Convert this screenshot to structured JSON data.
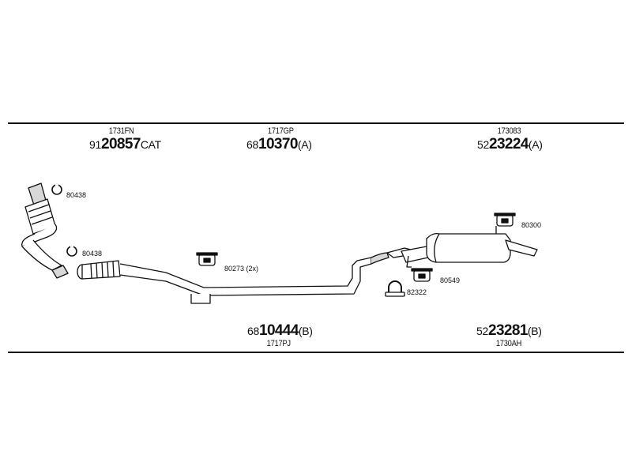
{
  "top_row": [
    {
      "ref": "1731FN",
      "prefix": "91",
      "num": "20857",
      "suffix": "CAT"
    },
    {
      "ref": "1717GP",
      "prefix": "68",
      "num": "10370",
      "suffix": "(A)"
    },
    {
      "ref": "173083",
      "prefix": "52",
      "num": "23224",
      "suffix": "(A)"
    }
  ],
  "bottom_row": [
    {
      "ref": "1717PJ",
      "prefix": "68",
      "num": "10444",
      "suffix": "(B)"
    },
    {
      "ref": "1730AH",
      "prefix": "52",
      "num": "23281",
      "suffix": "(B)"
    }
  ],
  "callouts": {
    "ring_top": "80438",
    "ring_mid": "80438",
    "hanger_mid": "80273 (2x)",
    "hanger_rear": "80300",
    "hanger_low": "80549",
    "clamp": "82322"
  },
  "colors": {
    "line": "#111111",
    "fill": "#ffffff",
    "shade": "#cfcfcf"
  }
}
